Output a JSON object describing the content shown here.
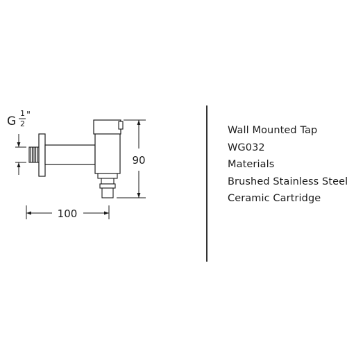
{
  "drawing": {
    "thread_label": {
      "prefix": "G",
      "numerator": "1",
      "denominator": "2",
      "suffix": "\""
    },
    "width_dimension": "100",
    "height_dimension": "90"
  },
  "spec": {
    "lines": [
      "Wall Mounted Tap",
      "WG032",
      "Materials",
      "Brushed Stainless Steel",
      "Ceramic Cartridge"
    ]
  }
}
